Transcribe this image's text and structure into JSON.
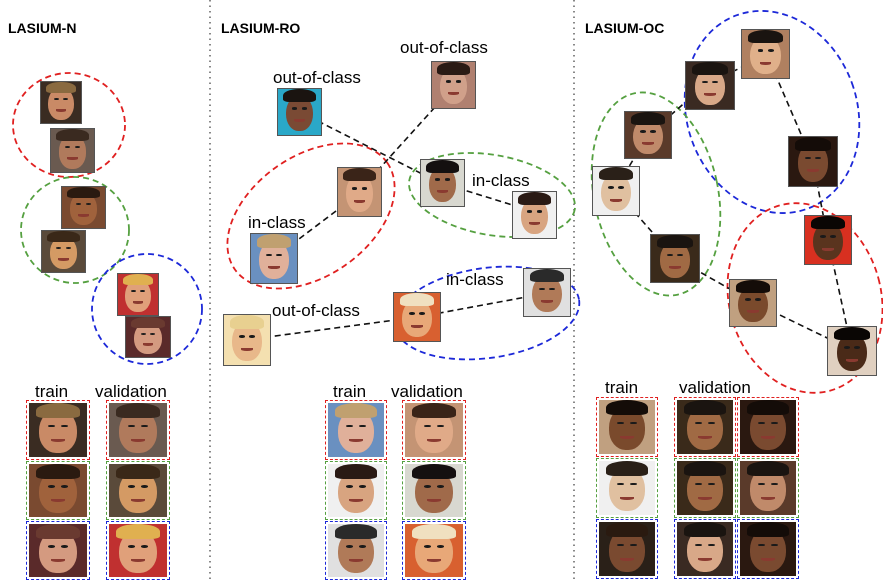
{
  "panels": [
    {
      "title": "LASIUM-N"
    },
    {
      "title": "LASIUM-RO"
    },
    {
      "title": "LASIUM-OC"
    }
  ],
  "labels": {
    "out_of_class": "out-of-class",
    "in_class": "in-class",
    "train": "train",
    "validation": "validation"
  },
  "colors": {
    "red": "#e02020",
    "green": "#55a040",
    "blue": "#1c28d8",
    "divider": "#555555",
    "connector": "#111111"
  },
  "faces": {
    "n_red_1": {
      "skin": "#c98a66",
      "hair": "#8a6a40",
      "bg": "#3a2c22"
    },
    "n_red_2": {
      "skin": "#b07a5c",
      "hair": "#3a2a20",
      "bg": "#6a5a50"
    },
    "n_green_1": {
      "skin": "#a0623c",
      "hair": "#2a1a10",
      "bg": "#7a4a30"
    },
    "n_green_2": {
      "skin": "#d49a64",
      "hair": "#3a2818",
      "bg": "#5a4a3a"
    },
    "n_blue_1": {
      "skin": "#e0a07a",
      "hair": "#e0b050",
      "bg": "#c03030"
    },
    "n_blue_2": {
      "skin": "#d49a80",
      "hair": "#6a3a30",
      "bg": "#5a2a2a"
    },
    "ro_1": {
      "skin": "#d0a08a",
      "hair": "#2a1a14",
      "bg": "#b08070"
    },
    "ro_2": {
      "skin": "#7a4a34",
      "hair": "#1a1410",
      "bg": "#2aa8c8"
    },
    "ro_3": {
      "skin": "#e0aa88",
      "hair": "#3a2418",
      "bg": "#c49474"
    },
    "ro_4": {
      "skin": "#a06a4a",
      "hair": "#141010",
      "bg": "#d8d8d0"
    },
    "ro_5": {
      "skin": "#d8a480",
      "hair": "#2a1a14",
      "bg": "#f0f0f0"
    },
    "ro_6": {
      "skin": "#e0b09a",
      "hair": "#c0a070",
      "bg": "#6a90c0"
    },
    "ro_7": {
      "skin": "#b07a58",
      "hair": "#2a2a2a",
      "bg": "#e0e0e0"
    },
    "ro_8": {
      "skin": "#e8b88a",
      "hair": "#e8d090",
      "bg": "#f4e0b0"
    },
    "ro_9": {
      "skin": "#e8a878",
      "hair": "#f0e0c0",
      "bg": "#d86030"
    },
    "oc_1": {
      "skin": "#e0b08a",
      "hair": "#1a1410",
      "bg": "#b08060"
    },
    "oc_2": {
      "skin": "#d8a888",
      "hair": "#1a1410",
      "bg": "#3a2a22"
    },
    "oc_3": {
      "skin": "#c08a6a",
      "hair": "#1a1410",
      "bg": "#5a3a2a"
    },
    "oc_4": {
      "skin": "#e0c0a0",
      "hair": "#2a2018",
      "bg": "#f0f0f0"
    },
    "oc_5": {
      "skin": "#a06a44",
      "hair": "#1a1410",
      "bg": "#3a2a1a"
    },
    "oc_6": {
      "skin": "#7a4a30",
      "hair": "#140c08",
      "bg": "#2a1810"
    },
    "oc_7": {
      "skin": "#5a341e",
      "hair": "#0a0604",
      "bg": "#d83020"
    },
    "oc_8": {
      "skin": "#7a4a2c",
      "hair": "#140c08",
      "bg": "#c0a080"
    },
    "oc_9": {
      "skin": "#4a2a18",
      "hair": "#0a0604",
      "bg": "#e0d0c0"
    },
    "oc_10": {
      "skin": "#7a4a30",
      "hair": "#2a1a10",
      "bg": "#2a2018"
    }
  }
}
